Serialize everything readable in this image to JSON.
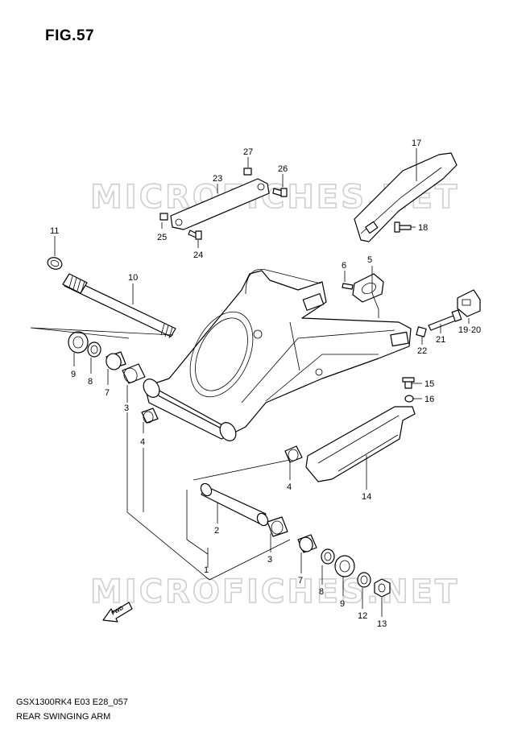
{
  "figure": {
    "title": "FIG.57",
    "model_code": "GSX1300RK4 E03 E28_057",
    "caption": "REAR SWINGING ARM"
  },
  "watermark": {
    "text": "MICROFICHES.NET"
  },
  "direction_marker": {
    "text": "FWD"
  },
  "callouts": {
    "c1": "1",
    "c2": "2",
    "c3a": "3",
    "c3b": "3",
    "c4a": "4",
    "c4b": "4",
    "c5": "5",
    "c6": "6",
    "c7a": "7",
    "c7b": "7",
    "c8a": "8",
    "c8b": "8",
    "c9a": "9",
    "c9b": "9",
    "c10": "10",
    "c11": "11",
    "c12": "12",
    "c13": "13",
    "c14": "14",
    "c15": "15",
    "c16": "16",
    "c17": "17",
    "c18": "18",
    "c1920": "19·20",
    "c21": "21",
    "c22": "22",
    "c23": "23",
    "c24": "24",
    "c25": "25",
    "c26": "26",
    "c27": "27"
  },
  "colors": {
    "line": "#000000",
    "watermark": "#cfcfcf",
    "background": "#ffffff"
  }
}
